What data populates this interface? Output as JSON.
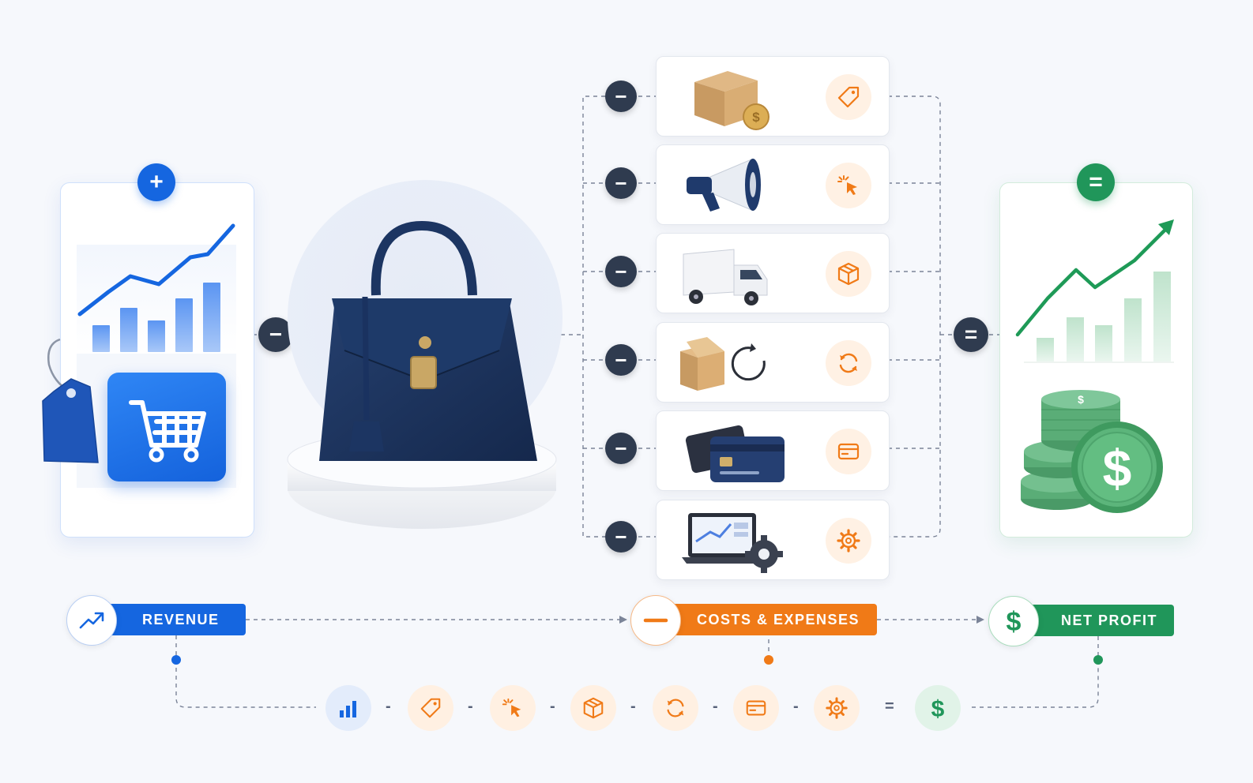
{
  "operators": {
    "plus": "+",
    "minus": "−",
    "equals": "="
  },
  "revenue": {
    "label": "REVENUE",
    "color": "#1566e0",
    "icons": [
      "trend-up-icon",
      "bar-chart-icon",
      "price-tag-icon",
      "shopping-cart-icon"
    ]
  },
  "product": {
    "name_icon": "handbag-icon"
  },
  "costs": {
    "label": "COSTS & EXPENSES",
    "color": "#f07a17",
    "items": [
      {
        "art": "cardboard-box-coin-icon",
        "badge": "price-tag-icon"
      },
      {
        "art": "megaphone-icon",
        "badge": "click-cursor-icon"
      },
      {
        "art": "delivery-truck-icon",
        "badge": "package-icon"
      },
      {
        "art": "return-box-icon",
        "badge": "refresh-icon"
      },
      {
        "art": "credit-cards-icon",
        "badge": "card-icon"
      },
      {
        "art": "laptop-gear-icon",
        "badge": "gear-icon"
      }
    ]
  },
  "profit": {
    "label": "NET PROFIT",
    "color": "#20965a",
    "icons": [
      "growth-chart-icon",
      "coin-stack-icon",
      "dollar-icon"
    ]
  },
  "equation": {
    "items": [
      "bar-chart-icon",
      "price-tag-icon",
      "click-cursor-icon",
      "package-icon",
      "refresh-icon",
      "card-icon",
      "gear-icon",
      "dollar-icon"
    ],
    "separators": [
      "-",
      "-",
      "-",
      "-",
      "-",
      "-",
      "="
    ]
  }
}
